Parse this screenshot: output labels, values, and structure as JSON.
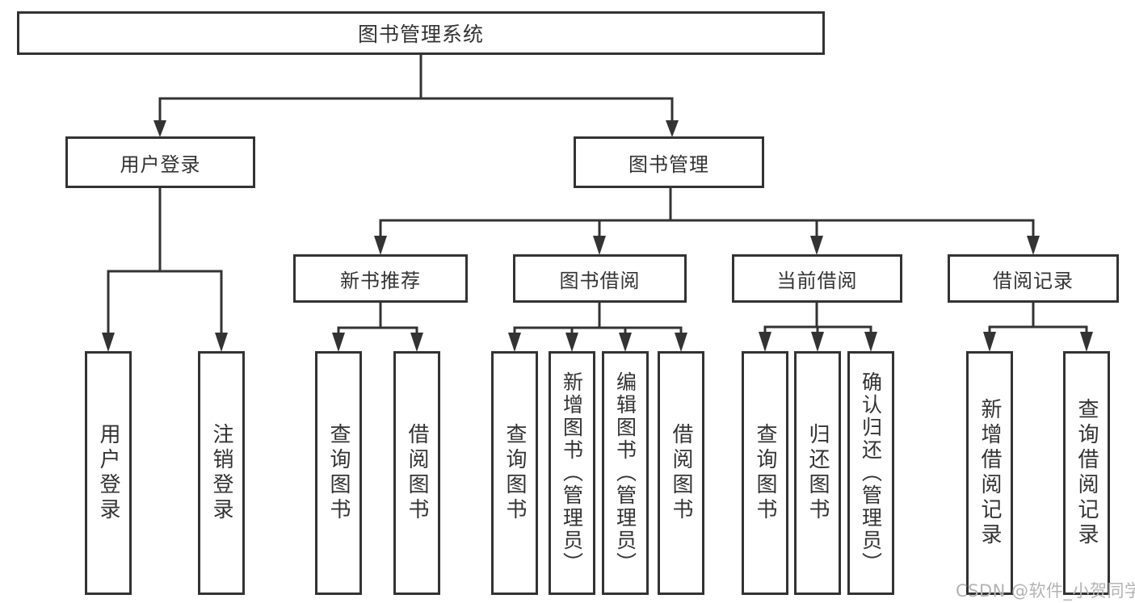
{
  "diagram": {
    "type": "tree",
    "label": "图书管理系统",
    "children": [
      {
        "label": "用户登录",
        "children": [
          {
            "label": "用户登录"
          },
          {
            "label": "注销登录"
          }
        ]
      },
      {
        "label": "图书管理",
        "children": [
          {
            "label": "新书推荐",
            "children": [
              {
                "label": "查询图书"
              },
              {
                "label": "借阅图书"
              }
            ]
          },
          {
            "label": "图书借阅",
            "children": [
              {
                "label": "查询图书"
              },
              {
                "label": "新增图书（管理员）"
              },
              {
                "label": "编辑图书（管理员）"
              },
              {
                "label": "借阅图书"
              }
            ]
          },
          {
            "label": "当前借阅",
            "children": [
              {
                "label": "查询图书"
              },
              {
                "label": "归还图书"
              },
              {
                "label": "确认归还（管理员）"
              }
            ]
          },
          {
            "label": "借阅记录",
            "children": [
              {
                "label": "新增借阅记录"
              },
              {
                "label": "查询借阅记录"
              }
            ]
          }
        ]
      }
    ]
  },
  "watermark": {
    "text": "CSDN @软件_小贺同学"
  },
  "colors": {
    "line": "#333333",
    "text": "#333333",
    "watermark": "#b3b3b3",
    "background": "#ffffff"
  }
}
